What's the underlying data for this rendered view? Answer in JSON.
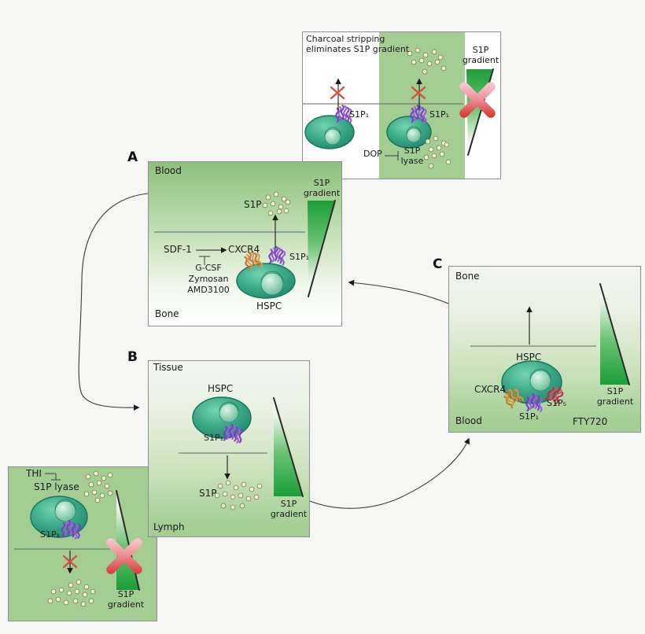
{
  "figure": {
    "panel_top": {
      "title": [
        "Charcoal stripping",
        "eliminates S1P gradient"
      ],
      "s1p1_left": "S1P₁",
      "s1p1_right": "S1P₁",
      "dop": "DOP",
      "s1p_lyase": "S1P lyase",
      "gradient_label": "S1P gradient"
    },
    "panel_a": {
      "letter": "A",
      "region_top": "Blood",
      "region_bottom": "Bone",
      "s1p": "S1P",
      "gradient_label": "S1P gradient",
      "sdf1": "SDF-1",
      "cxcr4": "CXCR4",
      "inhibitors": [
        "G-CSF",
        "Zymosan",
        "AMD3100"
      ],
      "s1p1": "S1P₁",
      "hspc": "HSPC"
    },
    "panel_b": {
      "letter": "B",
      "region_top": "Tissue",
      "region_bottom": "Lymph",
      "hspc": "HSPC",
      "s1p1": "S1P₁",
      "s1p": "S1P",
      "gradient_label": "S1P gradient"
    },
    "panel_c": {
      "letter": "C",
      "region_top": "Bone",
      "region_bottom": "Blood",
      "hspc": "HSPC",
      "cxcr4": "CXCR4",
      "s1p1": "S1P₁",
      "s1p5": "S1P₅",
      "drug": "FTY720",
      "gradient_label": "S1P gradient"
    },
    "panel_thi": {
      "thi": "THI",
      "s1p_lyase": "S1P lyase",
      "s1p1": "S1P₁",
      "gradient_label": "S1P gradient"
    },
    "colors": {
      "panel_green": "#a4cd94",
      "cell_teal": "#2f9e7f",
      "receptor_purple": "#7b3fc4",
      "receptor_orange": "#c07a2e",
      "receptor_red": "#b93046",
      "gradient_green": "#1b9e38",
      "cross_red": "#d94f3d"
    }
  }
}
